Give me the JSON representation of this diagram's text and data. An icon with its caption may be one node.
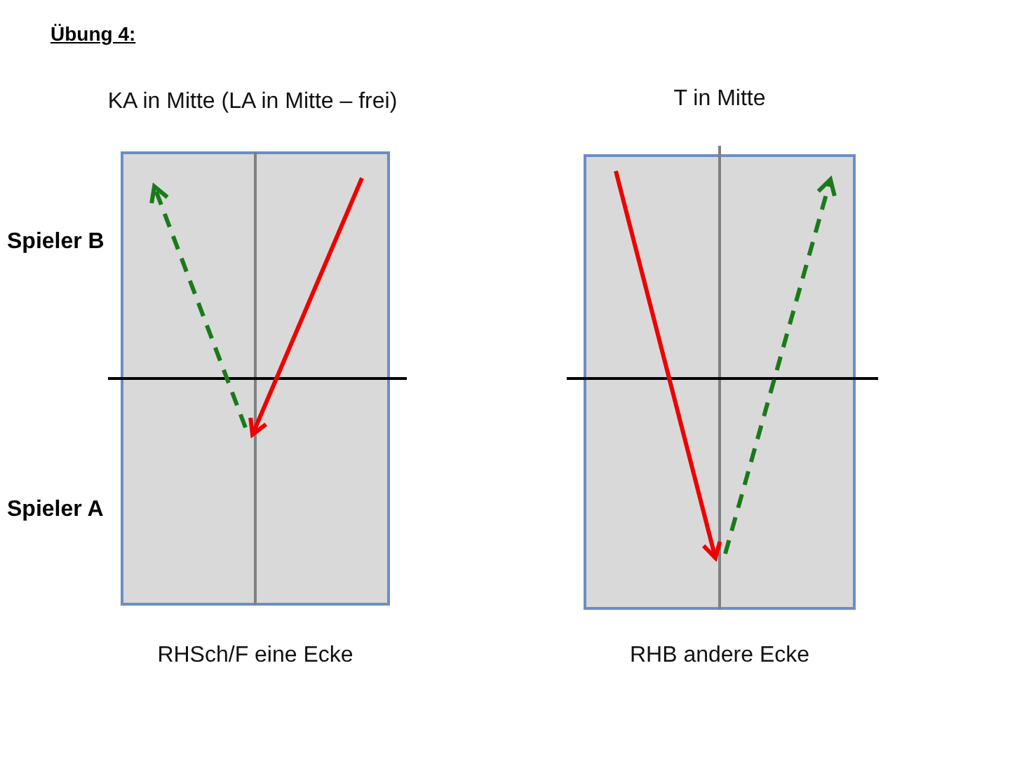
{
  "diagram": {
    "title": "Übung 4:",
    "nodes": [
      {
        "text": [
          "KA in Mitte (LA in Mitte – frei)"
        ],
        "beside": [
          "RHSch/F eine Ecke"
        ]
      },
      {
        "text": [
          "T in Mitte"
        ],
        "beside": [
          "RHB andere Ecke"
        ]
      }
    ],
    "labels": [
      "Spieler B",
      "Spieler A"
    ]
  }
}
